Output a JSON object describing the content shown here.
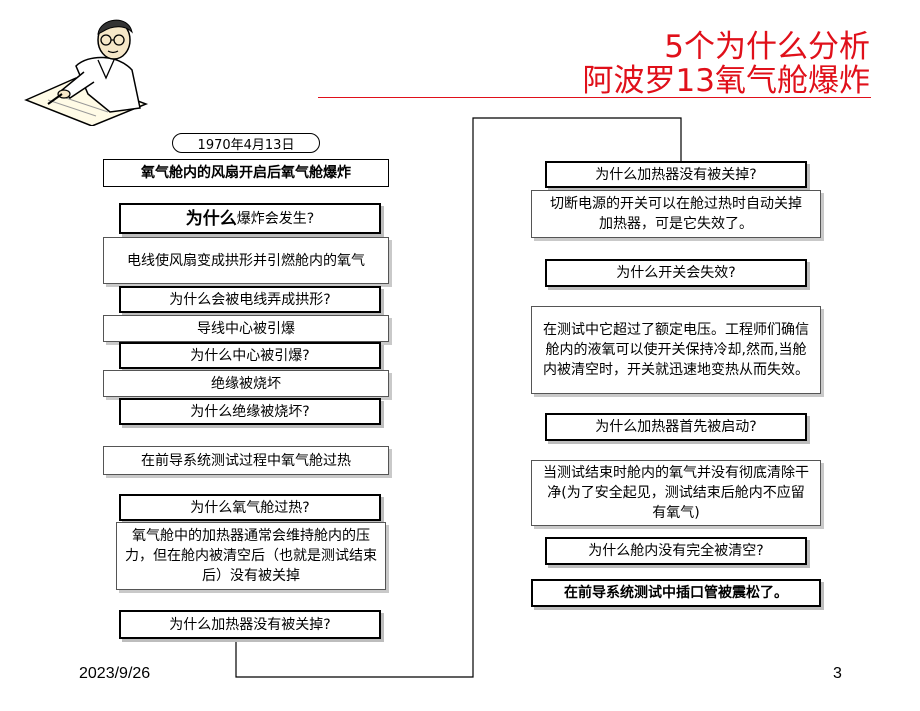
{
  "header": {
    "title_line1": "5个为什么分析",
    "title_line2": "阿波罗13氧气舱爆炸"
  },
  "date_label": "1970年4月13日",
  "event": "氧气舱内的风扇开启后氧气舱爆炸",
  "left_column": {
    "q1_lead": "为什么",
    "q1_rest": "爆炸会发生?",
    "a1": "电线使风扇变成拱形并引燃舱内的氧气",
    "q2": "为什么会被电线弄成拱形?",
    "a2": "导线中心被引爆",
    "q3": "为什么中心被引爆?",
    "a3": "绝缘被烧坏",
    "q4": "为什么绝缘被烧坏?",
    "a4": "在前导系统测试过程中氧气舱过热",
    "q5": "为什么氧气舱过热?",
    "a5": "氧气舱中的加热器通常会维持舱内的压力，但在舱内被清空后（也就是测试结束后）没有被关掉",
    "q6": "为什么加热器没有被关掉?"
  },
  "right_column": {
    "q7": "为什么加热器没有被关掉?",
    "a7": "切断电源的开关可以在舱过热时自动关掉加热器，可是它失效了。",
    "q8": "为什么开关会失效?",
    "a8": "在测试中它超过了额定电压。工程师们确信舱内的液氧可以使开关保持冷却,然而,当舱内被清空时，开关就迅速地变热从而失效。",
    "q9": "为什么加热器首先被启动?",
    "a9": "当测试结束时舱内的氧气并没有彻底清除干净(为了安全起见，测试结束后舱内不应留有氧气)",
    "q10": "为什么舱内没有完全被清空?",
    "root_cause": "在前导系统测试中插口管被震松了。"
  },
  "footer": {
    "date": "2023/9/26",
    "page_number": "3"
  }
}
